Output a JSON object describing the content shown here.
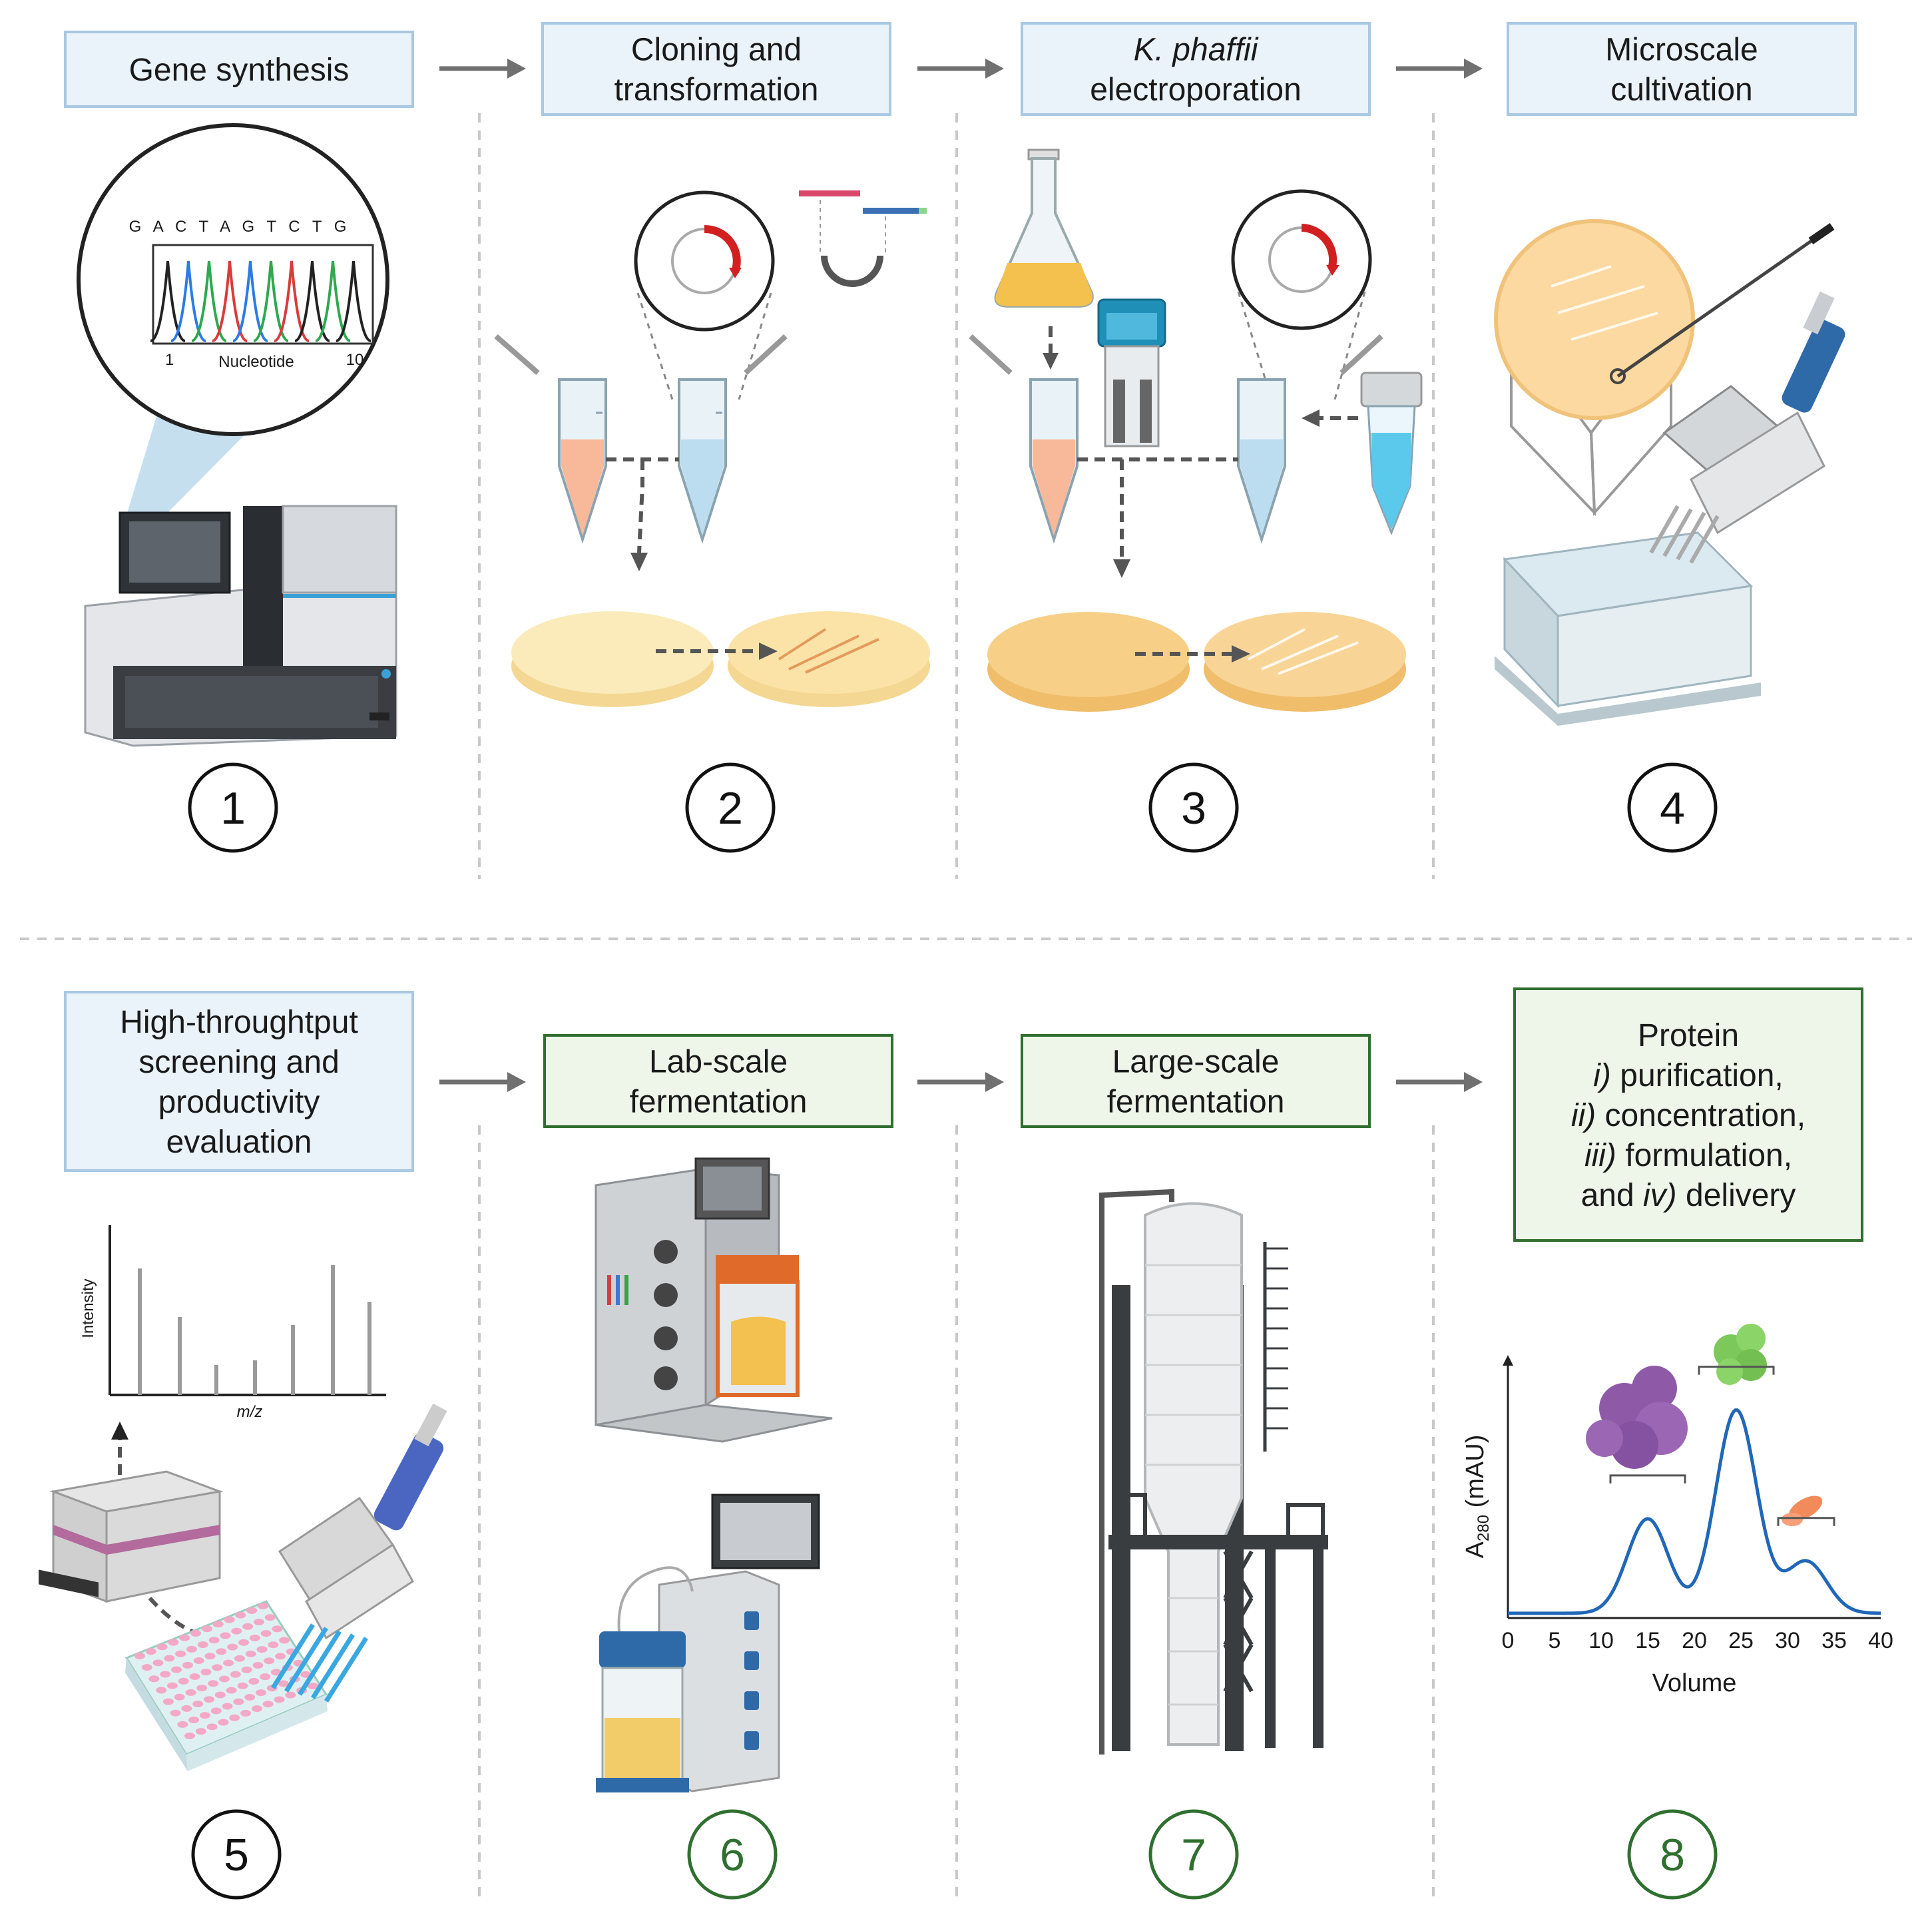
{
  "steps": [
    {
      "number": "1",
      "label_lines": [
        "Gene synthesis"
      ],
      "style": "blue"
    },
    {
      "number": "2",
      "label_lines": [
        "Cloning and",
        "transformation"
      ],
      "style": "blue"
    },
    {
      "number": "3",
      "label_lines": [
        "K. phaffii",
        "electroporation"
      ],
      "style": "blue"
    },
    {
      "number": "4",
      "label_lines": [
        "Microscale",
        "cultivation"
      ],
      "style": "blue"
    },
    {
      "number": "5",
      "label_lines": [
        "High-throughtput",
        "screening and",
        "productivity",
        "evaluation"
      ],
      "style": "blue"
    },
    {
      "number": "6",
      "label_lines": [
        "Lab-scale",
        "fermentation"
      ],
      "style": "green"
    },
    {
      "number": "7",
      "label_lines": [
        "Large-scale",
        "fermentation"
      ],
      "style": "green"
    },
    {
      "number": "8",
      "label_lines": [
        "Protein",
        "i) purification,",
        "ii) concentration,",
        "iii) formulation,",
        "and iv) delivery"
      ],
      "style": "green"
    }
  ],
  "chromatogram": {
    "sequence": "G A C T A G T C T G",
    "x_start": "1",
    "x_label": "Nucleotide",
    "x_end": "10"
  },
  "ms_spectrum": {
    "ylabel": "Intensity",
    "xlabel": "m/z"
  },
  "chart_data": {
    "type": "line",
    "title": "",
    "xlabel": "Volume",
    "ylabel": "A280 (mAU)",
    "ylabel_main": "A",
    "ylabel_sub": "280",
    "ylabel_unit": " (mAU)",
    "xlim": [
      0,
      40
    ],
    "xticks": [
      "0",
      "5",
      "10",
      "15",
      "20",
      "25",
      "30",
      "35",
      "40"
    ],
    "grid": false,
    "peaks": [
      {
        "center": 15,
        "height": 0.4
      },
      {
        "center": 24.5,
        "height": 0.86
      },
      {
        "center": 32,
        "height": 0.22
      }
    ],
    "baseline": 0.02
  },
  "colors": {
    "blue_box_fill": "#eaf3fa",
    "blue_box_stroke": "#a9c8e2",
    "green_box_stroke": "#2f6f2f",
    "chromatogram_line": "#2067b7",
    "protein_1": "#8e5aa8",
    "protein_2": "#7cc85a",
    "protein_3": "#f28a5c"
  }
}
